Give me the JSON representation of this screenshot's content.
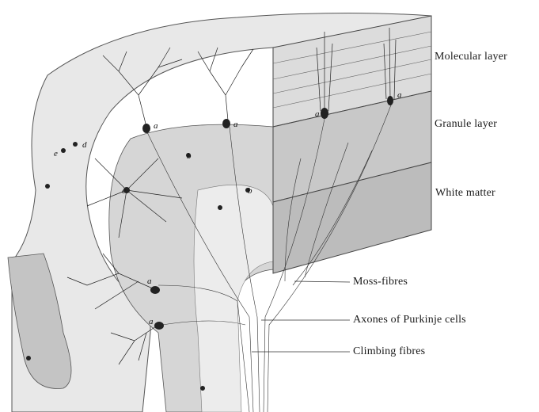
{
  "labels": {
    "molecular_layer": "Molecular layer",
    "granule_layer": "Granule layer",
    "white_matter": "White matter",
    "moss_fibres": "Moss-fibres",
    "axones_purkinje": "Axones of Purkinje cells",
    "climbing_fibres": "Climbing fibres"
  },
  "cell_letters": {
    "a": "a",
    "b": "b",
    "c": "c",
    "d": "d",
    "e": "e"
  },
  "colors": {
    "paper": "#ffffff",
    "tissue_light": "#e6e6e6",
    "tissue_mid": "#cfcfcf",
    "tissue_dark": "#b5b5b5",
    "ink": "#1a1a1a"
  }
}
